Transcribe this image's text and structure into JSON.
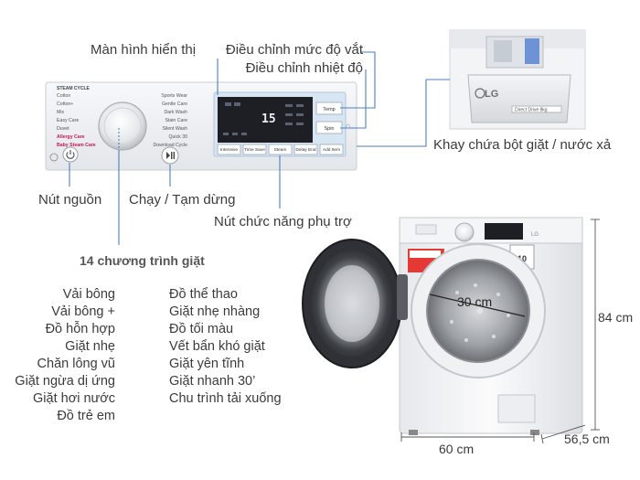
{
  "callouts": {
    "display": "Màn hình hiển thị",
    "soil_level": "Điều chỉnh mức độ vắt",
    "temperature": "Điều chỉnh nhiệt độ",
    "detergent_tray": "Khay chứa bột giặt / nước xả",
    "power_button": "Nút nguồn",
    "start_pause": "Chạy / Tạm dừng",
    "aux_buttons": "Nút chức năng phụ trợ"
  },
  "programs": {
    "heading": "14 chương trình giặt",
    "left": [
      "Vải bông",
      "Vải bông +",
      "Đồ hỗn hợp",
      "Giặt nhẹ",
      "Chăn lông vũ",
      "Giặt ngừa dị ứng",
      "Giặt hơi nước",
      "Đồ trẻ em"
    ],
    "right": [
      "Đồ thể thao",
      "Giặt nhẹ nhàng",
      "Đồ tối màu",
      "Vết bẩn khó giặt",
      "Giặt yên tĩnh",
      "Giặt nhanh 30’",
      "Chu trình tải xuống"
    ]
  },
  "dimensions": {
    "drum": "30 cm",
    "height": "84 cm",
    "width": "60 cm",
    "depth": "56,5 cm"
  },
  "panel": {
    "header": "STEAM CYCLE",
    "left_programs": [
      "Cotton",
      "Cotton+",
      "Mix",
      "Easy Care",
      "Duvet",
      "Allergy Care",
      "Baby Steam Care"
    ],
    "right_programs": [
      "Sports Wear",
      "Gentle Care",
      "Dark Wash",
      "Stain Care",
      "Silent Wash",
      "Quick 30",
      "Download Cycle"
    ],
    "digits": "15",
    "side_buttons": [
      "Temp",
      "Spin"
    ],
    "bottom_buttons": [
      "Intensive",
      "Time Save",
      "Steam",
      "Delay End",
      "Add Item"
    ]
  },
  "brand": {
    "logo": "LG",
    "drawer_label": "Direct Drive 8kg"
  },
  "colors": {
    "callout_line": "#4a7fc1",
    "allergy_text": "#c2185b",
    "display_bg": "#d8e6f4"
  }
}
